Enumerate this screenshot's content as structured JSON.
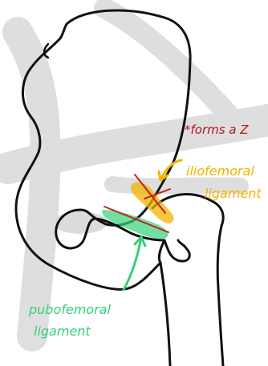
{
  "annotations": {
    "note": "*forms a Z",
    "iliofemoral_line1": "iliofemoral",
    "iliofemoral_line2": "ligament",
    "pubofemoral_line1": "pubofemoral",
    "pubofemoral_line2": "ligament"
  },
  "colors": {
    "outline": "#111111",
    "watermark": "#d9d9d9",
    "note": "#b01818",
    "iliofemoral": "#f2b400",
    "pubofemoral": "#35d07a",
    "z_line": "#c81e1e",
    "background": "#ffffff"
  }
}
